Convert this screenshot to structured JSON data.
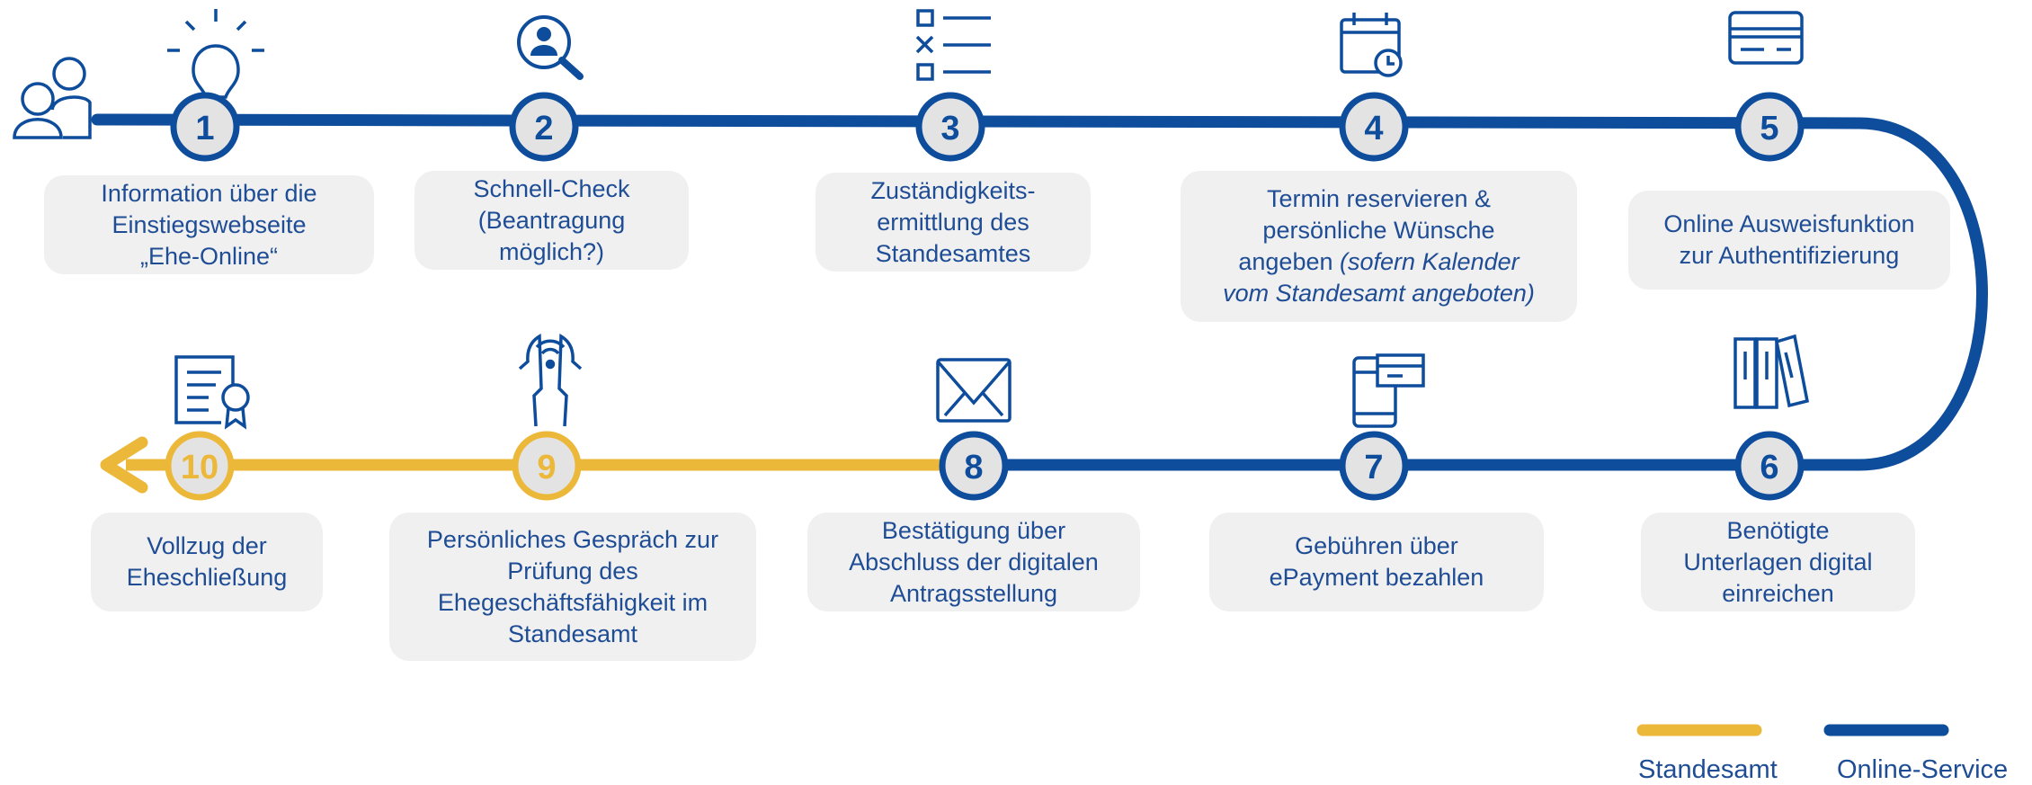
{
  "colors": {
    "online": "#0e4c9c",
    "office": "#ecb83a",
    "circle_fill": "#e3e3e3",
    "text": "#1f4d95",
    "box": "#f0f0f0"
  },
  "steps": [
    {
      "number": "1",
      "track": "online",
      "icon": "lightbulb-icon",
      "lines": [
        "Information über die",
        "Einstiegswebseite",
        "„Ehe-Online“"
      ]
    },
    {
      "number": "2",
      "track": "online",
      "icon": "search-person-icon",
      "lines": [
        "Schnell-Check",
        "(Beantragung",
        "möglich?)"
      ]
    },
    {
      "number": "3",
      "track": "online",
      "icon": "checklist-icon",
      "lines": [
        "Zuständigkeits-",
        "ermittlung des",
        "Standesamtes"
      ]
    },
    {
      "number": "4",
      "track": "online",
      "icon": "calendar-clock-icon",
      "lines": [
        "Termin reservieren &",
        "persönliche Wünsche",
        "angeben"
      ],
      "note": [
        "(sofern Kalender",
        "vom Standesamt angeboten)"
      ]
    },
    {
      "number": "5",
      "track": "online",
      "icon": "id-card-icon",
      "lines": [
        "Online Ausweisfunktion",
        "zur Authentifizierung"
      ]
    },
    {
      "number": "6",
      "track": "online",
      "icon": "binders-icon",
      "lines": [
        "Benötigte",
        "Unterlagen digital",
        "einreichen"
      ]
    },
    {
      "number": "7",
      "track": "online",
      "icon": "mobile-payment-icon",
      "lines": [
        "Gebühren über",
        "ePayment bezahlen"
      ]
    },
    {
      "number": "8",
      "track": "online",
      "icon": "envelope-icon",
      "lines": [
        "Bestätigung über",
        "Abschluss der digitalen",
        "Antragsstellung"
      ]
    },
    {
      "number": "9",
      "track": "office",
      "icon": "conversation-icon",
      "lines": [
        "Persönliches Gespräch zur",
        "Prüfung des",
        "Ehegeschäftsfähigkeit im",
        "Standesamt"
      ]
    },
    {
      "number": "10",
      "track": "office",
      "icon": "certificate-icon",
      "lines": [
        "Vollzug der",
        "Eheschließung"
      ]
    }
  ],
  "start_icon": "users-icon",
  "legend": {
    "office_label": "Standesamt",
    "online_label": "Online-Service"
  }
}
